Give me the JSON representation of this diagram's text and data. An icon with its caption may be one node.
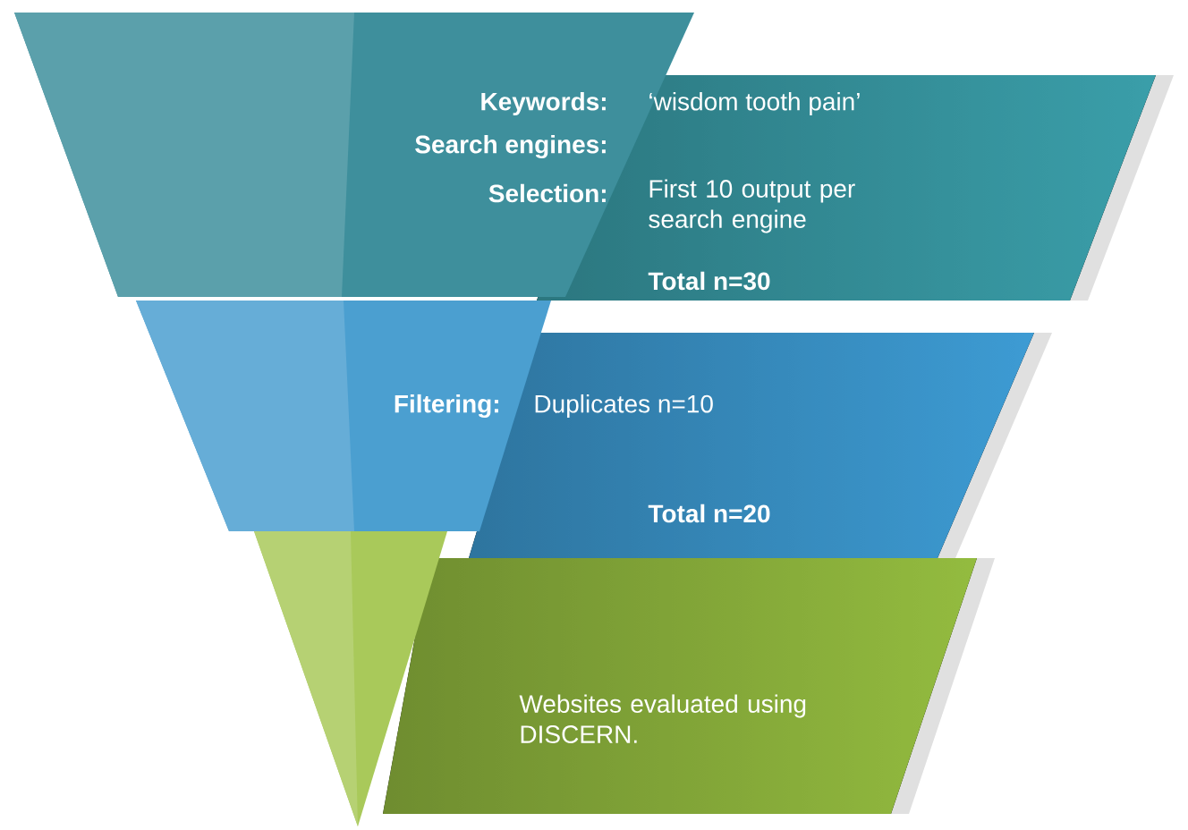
{
  "diagram": {
    "nodes": [
      {
        "text": [
          "Keywords:",
          "‘wisdom tooth pain’",
          "Search engines:",
          "Selection:",
          "First 10 output per search engine",
          "Total n=30"
        ]
      },
      {
        "text": [
          "Filtering:",
          "Duplicates n=10",
          "Total n=20"
        ]
      },
      {
        "text": [
          "Websites evaluated using DISCERN."
        ]
      }
    ],
    "edges": []
  }
}
